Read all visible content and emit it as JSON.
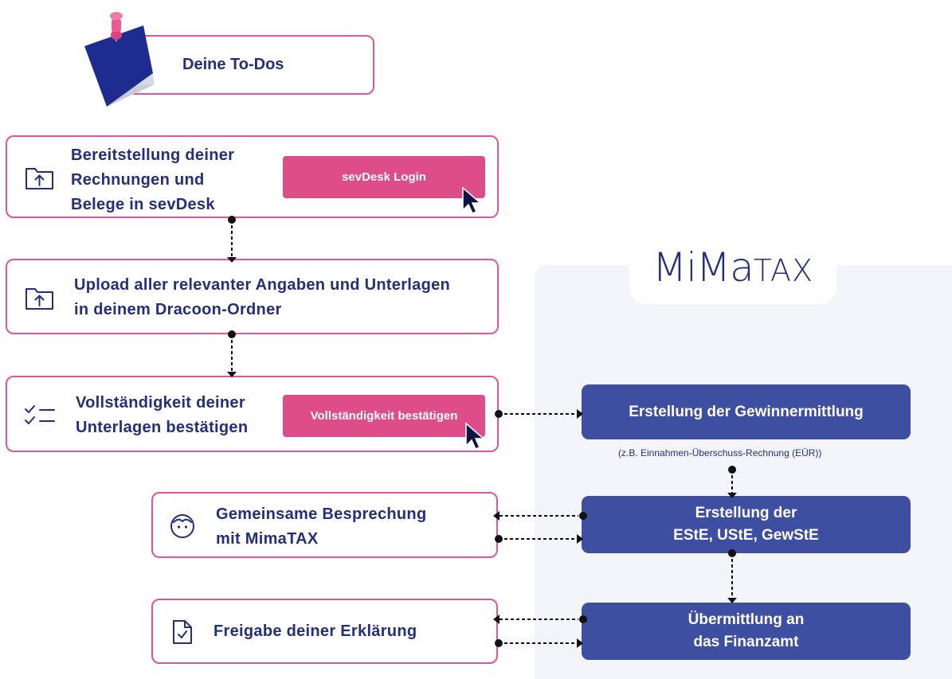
{
  "header": {
    "title": "Deine To-Dos"
  },
  "brand": {
    "logo_main": "MiMa",
    "logo_sub": "TAX"
  },
  "steps": [
    {
      "text": [
        "Bereitstellung deiner",
        "Rechnungen und",
        "Belege in sevDesk"
      ],
      "button": "sevDesk Login",
      "icon": "folder-upload-icon"
    },
    {
      "text": [
        "Upload aller relevanter Angaben und Unterlagen",
        "in deinem Dracoon-Ordner"
      ],
      "icon": "folder-upload-icon"
    },
    {
      "text": [
        "Vollständigkeit deiner",
        "Unterlagen bestätigen"
      ],
      "button": "Vollständigkeit bestätigen",
      "icon": "checklist-icon"
    },
    {
      "text": [
        "Gemeinsame Besprechung",
        "mit MimaTAX"
      ],
      "icon": "face-icon"
    },
    {
      "text": [
        "Freigabe deiner Erklärung"
      ],
      "icon": "document-check-icon"
    }
  ],
  "process": [
    {
      "text": [
        "Erstellung der Gewinnermittlung"
      ],
      "caption": "(z.B.  Einnahmen-Überschuss-Rechnung (EÜR))"
    },
    {
      "text": [
        "Erstellung der",
        "EStE, UStE, GewStE"
      ]
    },
    {
      "text": [
        "Übermittlung an",
        "das Finanzamt"
      ]
    }
  ],
  "colors": {
    "navy": "#232f7c",
    "pink": "#d9579b",
    "button_pink": "#de4c8a",
    "process_blue": "#3e4ea0",
    "panel": "#f3f5fb"
  }
}
